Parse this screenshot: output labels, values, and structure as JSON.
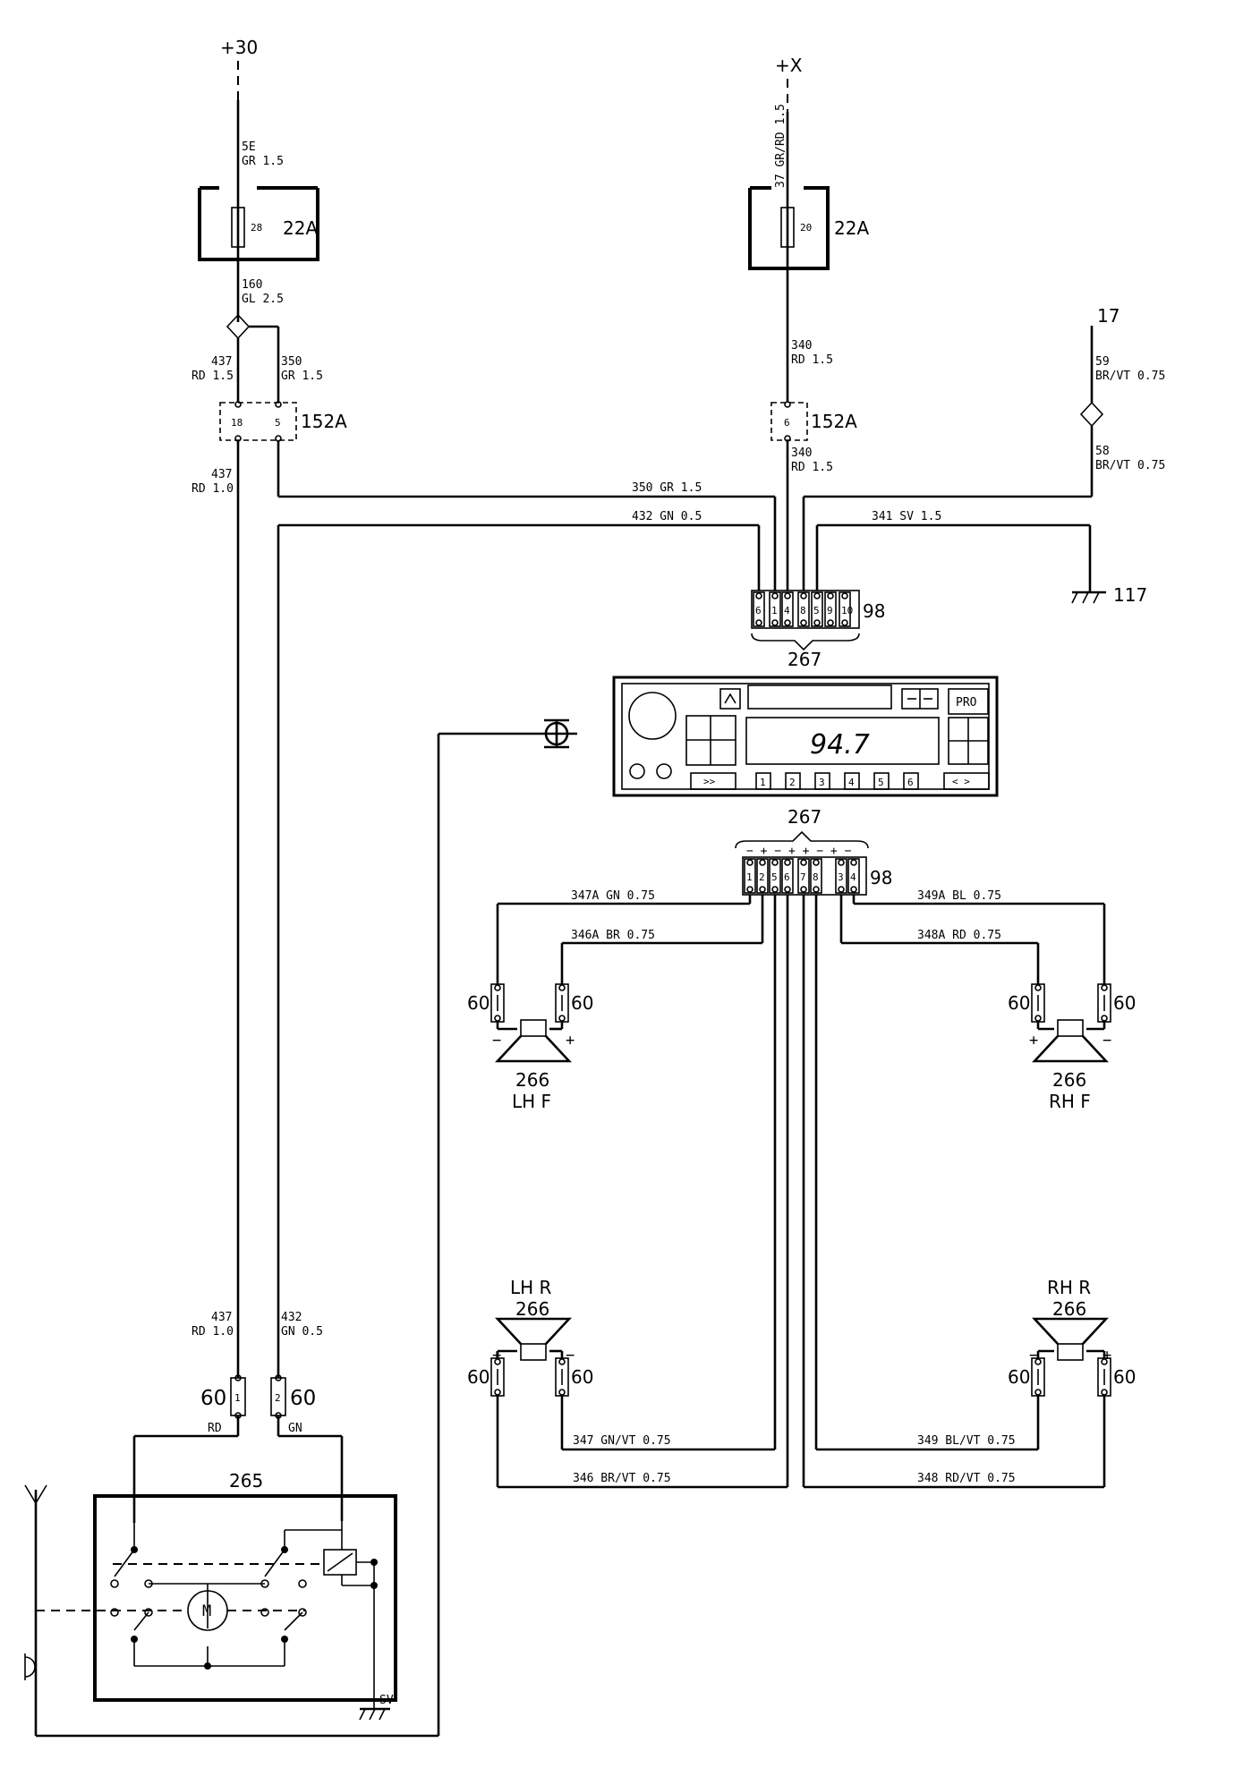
{
  "supplies": {
    "b30": "+30",
    "bx": "+X",
    "t17": "17"
  },
  "wires": {
    "w5e_id": "5E",
    "w5e_spec": "GR 1.5",
    "w37": "37 GR/RD 1.5",
    "w160_id": "160",
    "w160_spec": "GL 2.5",
    "w437a_id": "437",
    "w437a_spec": "RD 1.5",
    "w350a_id": "350",
    "w350a_spec": "GR 1.5",
    "w340a_id": "340",
    "w340a_spec": "RD 1.5",
    "w340b_id": "340",
    "w340b_spec": "RD 1.5",
    "w437b_id": "437",
    "w437b_spec": "RD 1.0",
    "w59_id": "59",
    "w59_spec": "BR/VT 0.75",
    "w58_id": "58",
    "w58_spec": "BR/VT 0.75",
    "w350b": "350  GR  1.5",
    "w432a": "432  GN  0.5",
    "w341": "341  SV  1.5",
    "w347a": "347A  GN  0.75",
    "w346a": "346A  BR  0.75",
    "w349a": "349A  BL  0.75",
    "w348a": "348A  RD  0.75",
    "w437c_id": "437",
    "w437c_spec": "RD 1.0",
    "w432b_id": "432",
    "w432b_spec": "GN 0.5",
    "rd": "RD",
    "gn": "GN",
    "sv": "SV",
    "w347": "347  GN/VT  0.75",
    "w346": "346  BR/VT  0.75",
    "w349": "349  BL/VT  0.75",
    "w348": "348  RD/VT  0.75"
  },
  "components": {
    "fuse_box_1": "22A",
    "fuse_box_2": "22A",
    "fuse_1_num": "28",
    "fuse_2_num": "20",
    "conn_152a_1": "152A",
    "conn_152a_2": "152A",
    "pin_18": "18",
    "pin_5": "5",
    "pin_6": "6",
    "radio_conn_top": "98",
    "radio_conn_bottom": "98",
    "radio_top": "267",
    "radio_bottom": "267",
    "ground_117": "117",
    "antenna_amp": "265",
    "motor": "M",
    "lh_f_num": "266",
    "lh_f": "LH  F",
    "rh_f_num": "266",
    "rh_f": "RH  F",
    "lh_r_num": "266",
    "lh_r": "LH  R",
    "rh_r_num": "266",
    "rh_r": "RH  R",
    "conn_60": "60"
  },
  "top_pins": [
    "6",
    "1",
    "4",
    "8",
    "5",
    "9",
    "10"
  ],
  "bottom_pins": [
    "1",
    "2",
    "5",
    "6",
    "7",
    "8",
    "3",
    "4"
  ],
  "bottom_polarity": "− + − + + − + −",
  "ant_pins": [
    "1",
    "2"
  ],
  "radio": {
    "display": "94.7",
    "pro": "PRO",
    "presets": [
      "1",
      "2",
      "3",
      "4",
      "5",
      "6"
    ],
    "seek": ">>",
    "tune": "< >"
  }
}
